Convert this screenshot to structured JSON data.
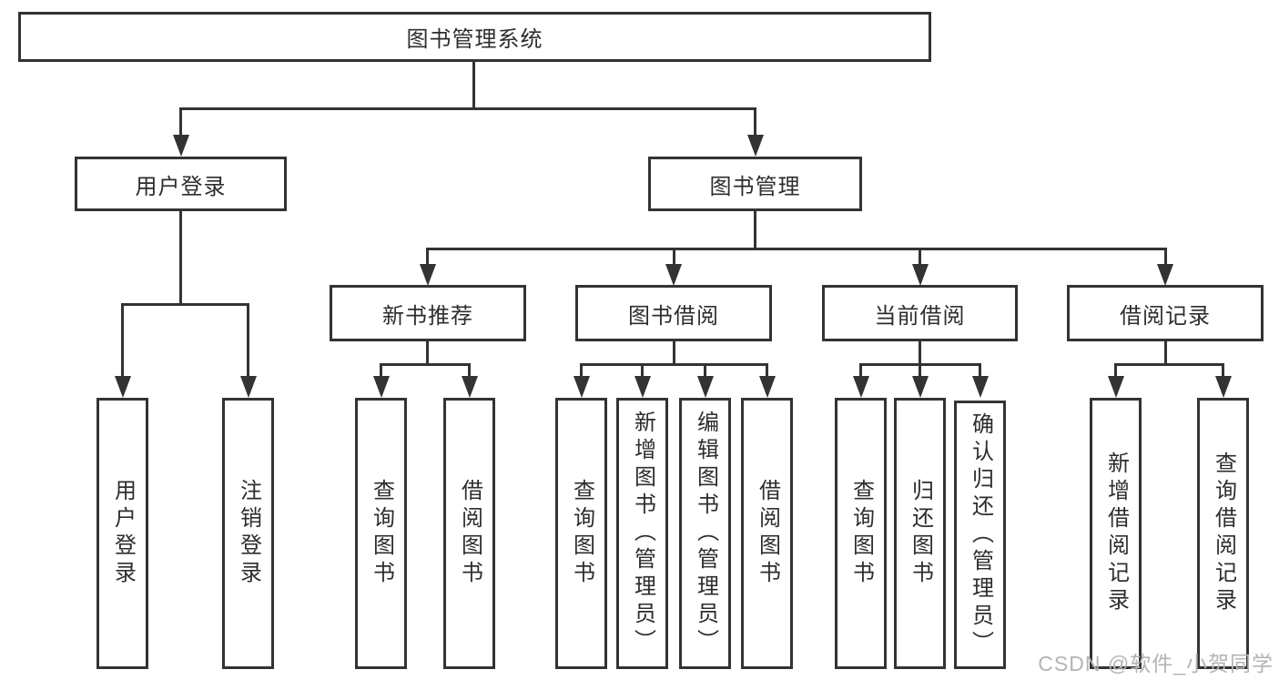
{
  "tree": {
    "label": "图书管理系统",
    "children": [
      {
        "label": "用户登录",
        "children": [
          {
            "label": "用户登录"
          },
          {
            "label": "注销登录"
          }
        ]
      },
      {
        "label": "图书管理",
        "children": [
          {
            "label": "新书推荐",
            "children": [
              {
                "label": "查询图书"
              },
              {
                "label": "借阅图书"
              }
            ]
          },
          {
            "label": "图书借阅",
            "children": [
              {
                "label": "查询图书"
              },
              {
                "label": "新增图书（管理员）"
              },
              {
                "label": "编辑图书（管理员）"
              },
              {
                "label": "借阅图书"
              }
            ]
          },
          {
            "label": "当前借阅",
            "children": [
              {
                "label": "查询图书"
              },
              {
                "label": "归还图书"
              },
              {
                "label": "确认归还（管理员）"
              }
            ]
          },
          {
            "label": "借阅记录",
            "children": [
              {
                "label": "新增借阅记录"
              },
              {
                "label": "查询借阅记录"
              }
            ]
          }
        ]
      }
    ]
  },
  "watermark": {
    "text": "CSDN @软件_小贺同学"
  },
  "colors": {
    "line": "#333333",
    "text": "#2d2d2d",
    "background": "#ffffff",
    "watermark": "#b4b4b4"
  }
}
